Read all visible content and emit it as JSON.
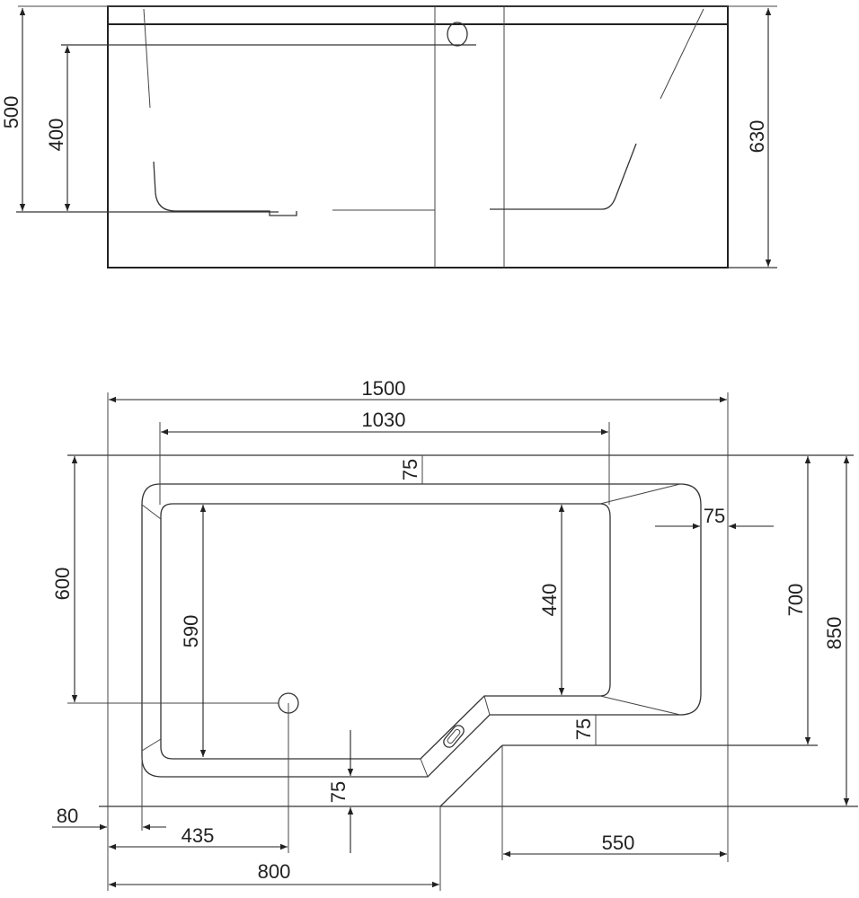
{
  "side_view": {
    "dims": {
      "total_height": "500",
      "water_depth": "400",
      "panel_height": "630"
    }
  },
  "plan_view": {
    "dims": {
      "overall_length": "1500",
      "basin_length": "1030",
      "rim_top": "75",
      "rim_right": "75",
      "narrow_width": "600",
      "basin_width_left": "590",
      "basin_width_right": "440",
      "step_width": "700",
      "overall_width": "850",
      "rim_step": "75",
      "rim_bottom": "75",
      "offset_left": "80",
      "waste_position": "435",
      "narrow_length": "800",
      "wide_length": "550"
    }
  }
}
